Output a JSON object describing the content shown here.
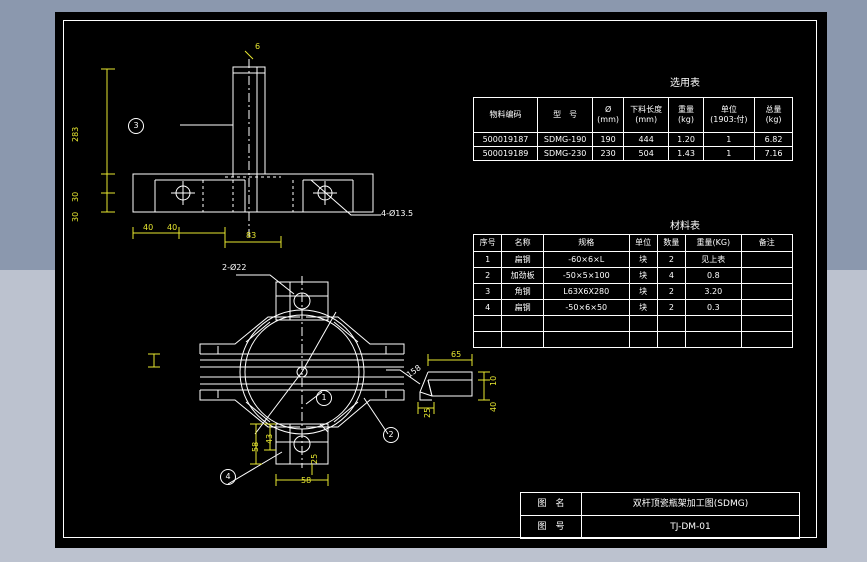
{
  "app": {
    "background_color": "#8f9bb0",
    "canvas_color": "#000000",
    "line_color": "#ffffff",
    "dimension_color": "#e8e830"
  },
  "selection_table": {
    "title": "选用表",
    "columns": [
      "物料编码",
      "型　号",
      "Ø\n(mm)",
      "下料长度\n(mm)",
      "重量\n(kg)",
      "单位\n(1903:付)",
      "总量\n(kg)"
    ],
    "col_h1": [
      "物料编码",
      "型　号",
      "Ø",
      "下料长度",
      "重量",
      "单位",
      "总量"
    ],
    "col_h2": [
      "",
      "",
      "(mm)",
      "(mm)",
      "(kg)",
      "(1903:付)",
      "(kg)"
    ],
    "rows": [
      [
        "500019187",
        "SDMG-190",
        "190",
        "444",
        "1.20",
        "1",
        "6.82"
      ],
      [
        "500019189",
        "SDMG-230",
        "230",
        "504",
        "1.43",
        "1",
        "7.16"
      ]
    ]
  },
  "material_table": {
    "title": "材料表",
    "columns": [
      "序号",
      "名称",
      "规格",
      "单位",
      "数量",
      "重量(KG)",
      "备注"
    ],
    "rows": [
      [
        "1",
        "扁钢",
        "-60×6×L",
        "块",
        "2",
        "见上表",
        ""
      ],
      [
        "2",
        "加劲板",
        "-50×5×100",
        "块",
        "4",
        "0.8",
        ""
      ],
      [
        "3",
        "角钢",
        "L63X6X280",
        "块",
        "2",
        "3.20",
        ""
      ],
      [
        "4",
        "扁钢",
        "-50×6×50",
        "块",
        "2",
        "0.3",
        ""
      ],
      [
        "",
        "",
        "",
        "",
        "",
        "",
        ""
      ],
      [
        "",
        "",
        "",
        "",
        "",
        "",
        ""
      ]
    ]
  },
  "title_block": {
    "rows": [
      {
        "label": "图　名",
        "value": "双杆顶瓷瓶架加工图(SDMG)"
      },
      {
        "label": "图　号",
        "value": "TJ-DM-01"
      }
    ]
  },
  "elevation_view": {
    "dims": {
      "height_total": "283",
      "top_offset": "30",
      "bottom_offset": "30",
      "left_a": "40",
      "left_b": "40",
      "center_width": "83",
      "thickness": "6"
    },
    "callouts": {
      "hole_note": "4-Ø13.5"
    },
    "balloons": [
      "3"
    ]
  },
  "plan_view": {
    "dims": {
      "plate_h": "58",
      "plate_inner": "43",
      "plate_w": "58",
      "plate_d": "25"
    },
    "callouts": {
      "bolt_note": "2-Ø22",
      "leader_note": "158"
    },
    "balloons": [
      "1",
      "2",
      "4"
    ]
  },
  "detail_view": {
    "dims": {
      "width": "65",
      "top_h": "10",
      "bottom_h": "40",
      "base": "25"
    }
  }
}
